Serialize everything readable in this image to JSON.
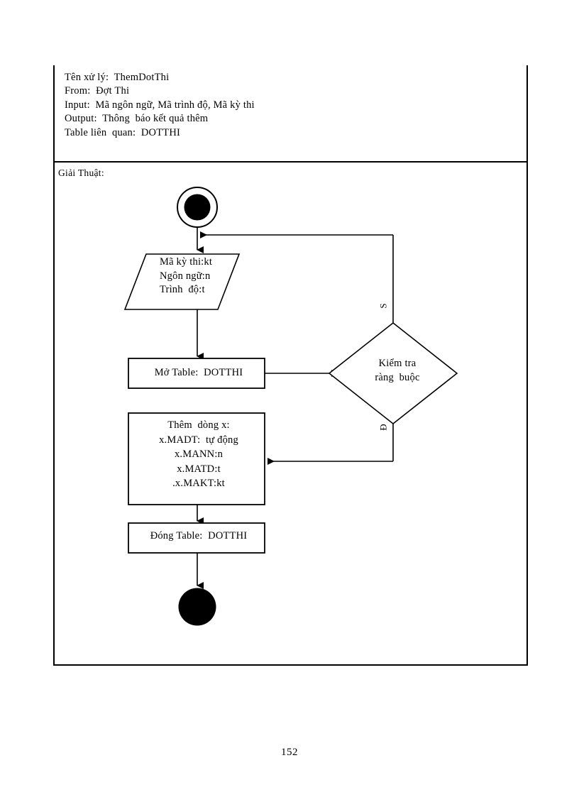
{
  "document": {
    "page_number": "152"
  },
  "spec": {
    "header_lines": [
      "Tên xử lý:  ThemDotThi",
      "From:  Đợt Thi",
      "Input:  Mã ngôn ngữ, Mã trình độ, Mã kỳ thi",
      "Output:  Thông  báo kết quả thêm",
      "Table liên  quan:  DOTTHI"
    ],
    "algorithm_label": "Giải Thuật:"
  },
  "flowchart": {
    "start_node": "start-node",
    "end_node": "end-node",
    "input_node": {
      "shape": "parallelogram",
      "lines": [
        "Mã kỳ thi:kt",
        "Ngôn ngữ:n",
        "Trình  độ:t"
      ],
      "text": "Mã kỳ thi:kt\nNgôn ngữ:n\nTrình  độ:t"
    },
    "open_table_node": {
      "shape": "process",
      "text": "Mở Table:  DOTTHI"
    },
    "decision_node": {
      "shape": "diamond",
      "lines": [
        "Kiểm tra",
        "ràng  buộc"
      ],
      "text": "Kiểm tra\nràng  buộc"
    },
    "insert_node": {
      "shape": "process",
      "lines": [
        "Thêm  dòng x:",
        "x.MADT:  tự động",
        "x.MANN:n",
        "x.MATD:t",
        ".x.MAKT:kt"
      ],
      "text": "Thêm  dòng x:\nx.MADT:  tự động\nx.MANN:n\nx.MATD:t\n.x.MAKT:kt"
    },
    "close_table_node": {
      "shape": "process",
      "text": "Đóng Table:  DOTTHI"
    },
    "branch_false_label": "S",
    "branch_true_label": "Đ"
  },
  "colors": {
    "ink": "#000000",
    "paper": "#ffffff"
  }
}
